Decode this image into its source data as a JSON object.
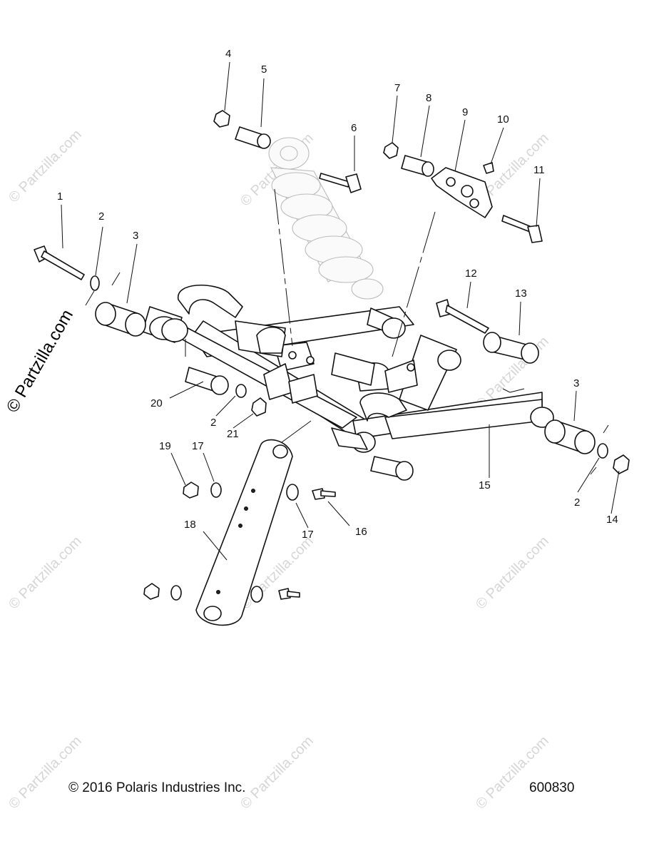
{
  "diagram": {
    "callouts": {
      "c1": "1",
      "c2a": "2",
      "c3a": "3",
      "c4": "4",
      "c5": "5",
      "c6": "6",
      "c7": "7",
      "c8": "8",
      "c9": "9",
      "c10": "10",
      "c11": "11",
      "c12": "12",
      "c13": "13",
      "c3b": "3",
      "c20": "20",
      "c2b": "2",
      "c21": "21",
      "c19": "19",
      "c17a": "17",
      "c17b": "17",
      "c16": "16",
      "c18": "18",
      "c15": "15",
      "c2c": "2",
      "c14": "14"
    },
    "watermark": {
      "small": "© Partzilla.com",
      "large": "© Partzilla.com"
    },
    "footer": {
      "copyright": "© 2016 Polaris Industries Inc.",
      "diagram_number": "600830"
    }
  }
}
